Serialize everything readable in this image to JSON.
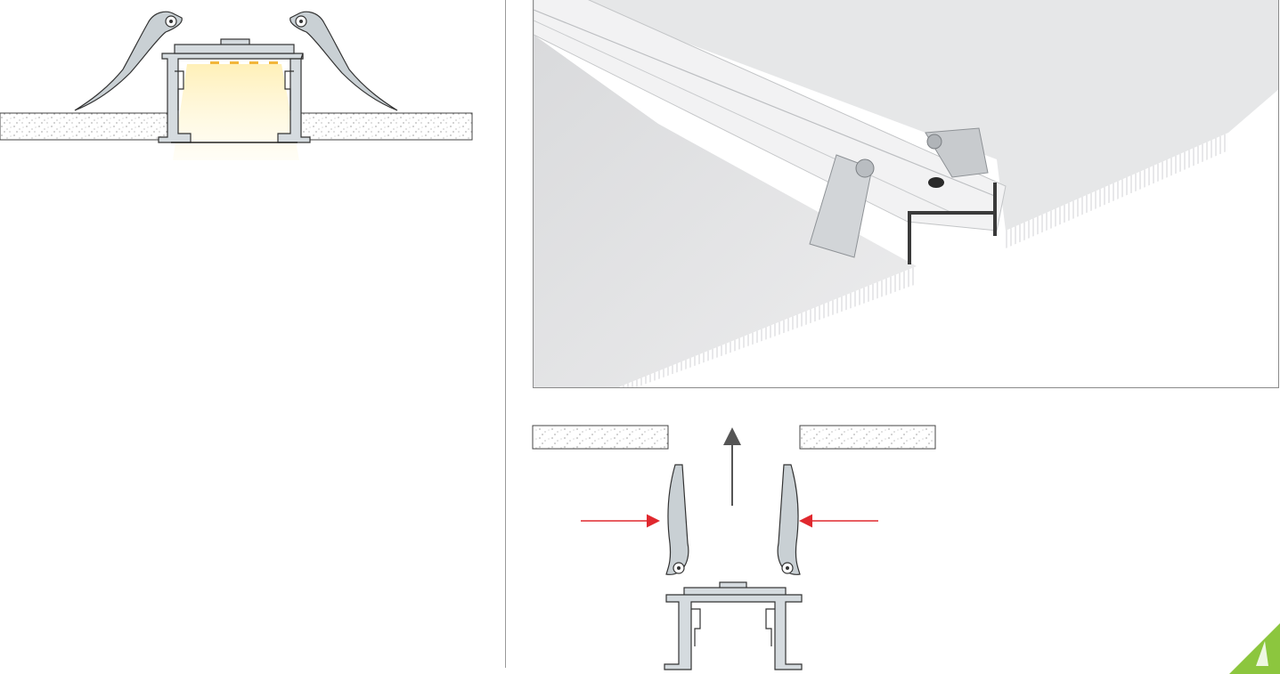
{
  "figure": {
    "panels": [
      {
        "id": "installed-section",
        "kind": "cross-section drawing"
      },
      {
        "id": "product-photo",
        "kind": "photograph"
      },
      {
        "id": "removal-section",
        "kind": "cross-section drawing"
      }
    ],
    "colors": {
      "line": "#333333",
      "clip_fill": "#c9d0d4",
      "ceiling_fill": "#ffffff",
      "light_glow": "#fff3c4",
      "led": "#f2b63a",
      "arrow_red": "#e0282e",
      "arrow_grey": "#555555",
      "brand_green": "#8cc63e"
    },
    "icons": [
      "corner-logo-icon"
    ]
  }
}
